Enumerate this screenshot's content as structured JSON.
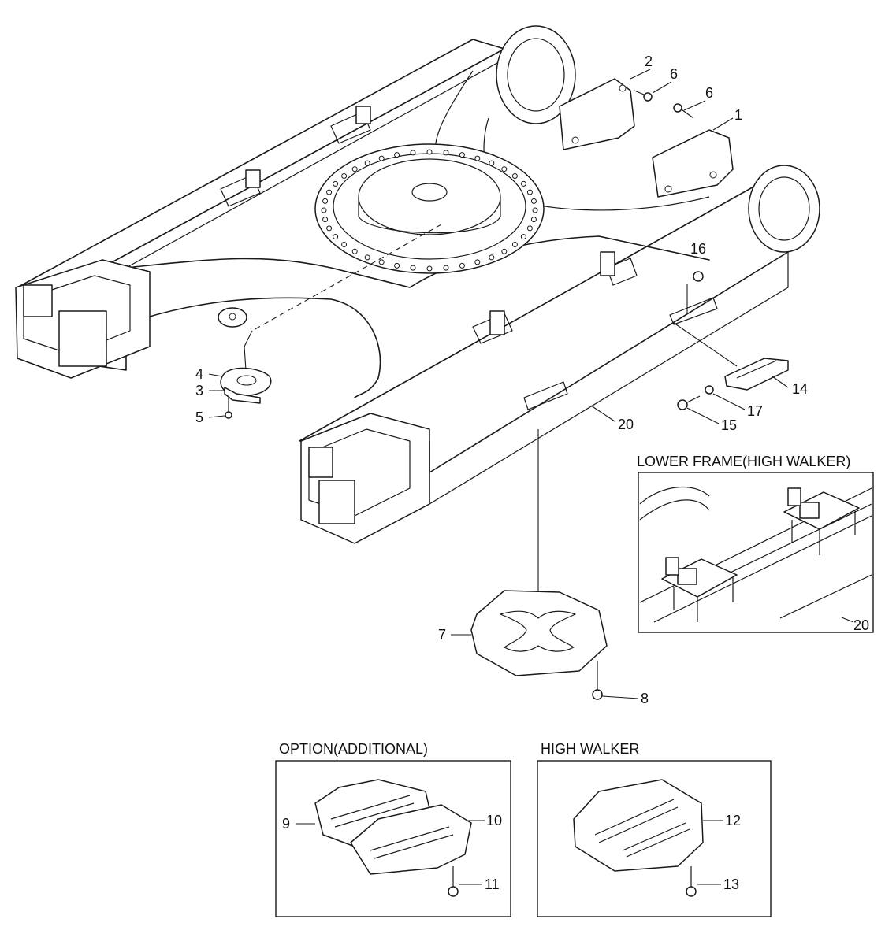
{
  "callouts": {
    "c1": "1",
    "c2": "2",
    "c3": "3",
    "c4": "4",
    "c5": "5",
    "c6a": "6",
    "c6b": "6",
    "c7": "7",
    "c8": "8",
    "c9": "9",
    "c10": "10",
    "c11": "11",
    "c12": "12",
    "c13": "13",
    "c14": "14",
    "c15": "15",
    "c16": "16",
    "c17": "17",
    "c20a": "20",
    "c20b": "20"
  },
  "boxes": {
    "lower_frame_title": "LOWER FRAME(HIGH WALKER)",
    "option_title": "OPTION(ADDITIONAL)",
    "high_walker_title": "HIGH WALKER"
  }
}
